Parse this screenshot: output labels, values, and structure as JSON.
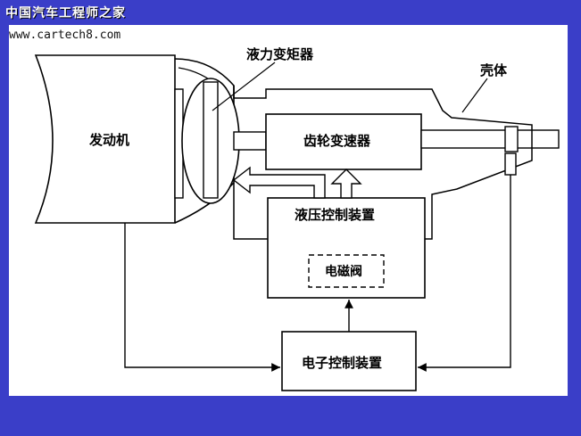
{
  "watermark": {
    "site_name": "中国汽车工程师之家",
    "url": "www.cartech8.com"
  },
  "labels": {
    "engine": "发动机",
    "torque_converter": "液力变矩器",
    "housing": "壳体",
    "gear_transmission": "齿轮变速器",
    "hydraulic_control": "液压控制装置",
    "solenoid_valve": "电磁阀",
    "electronic_control": "电子控制装置"
  },
  "colors": {
    "background": "#3a3ec8",
    "canvas": "#ffffff",
    "line": "#000000"
  }
}
